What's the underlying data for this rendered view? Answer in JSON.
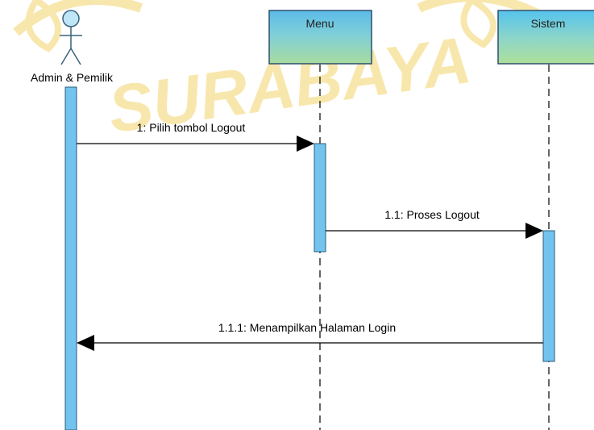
{
  "diagram": {
    "type": "sequence",
    "actor": {
      "label": "Admin & Pemilik"
    },
    "lifelines": [
      {
        "id": "menu",
        "label": "Menu"
      },
      {
        "id": "sistem",
        "label": "Sistem"
      }
    ],
    "messages": [
      {
        "id": "m1",
        "label": "1: Pilih tombol Logout",
        "from": "actor",
        "to": "menu",
        "kind": "call"
      },
      {
        "id": "m2",
        "label": "1.1: Proses Logout",
        "from": "menu",
        "to": "sistem",
        "kind": "call"
      },
      {
        "id": "m3",
        "label": "1.1.1: Menampilkan Halaman Login",
        "from": "sistem",
        "to": "actor",
        "kind": "call"
      }
    ]
  },
  "watermark": {
    "text": "SURABAYA"
  },
  "colors": {
    "activation_fill": "#72c4ee",
    "menu_header_top": "#5bbbe8",
    "menu_header_bottom": "#a8dca0",
    "sistem_header_top": "#56c3ee",
    "sistem_header_bottom": "#aee09a",
    "line": "#000000",
    "watermark": "#f3d56b"
  }
}
